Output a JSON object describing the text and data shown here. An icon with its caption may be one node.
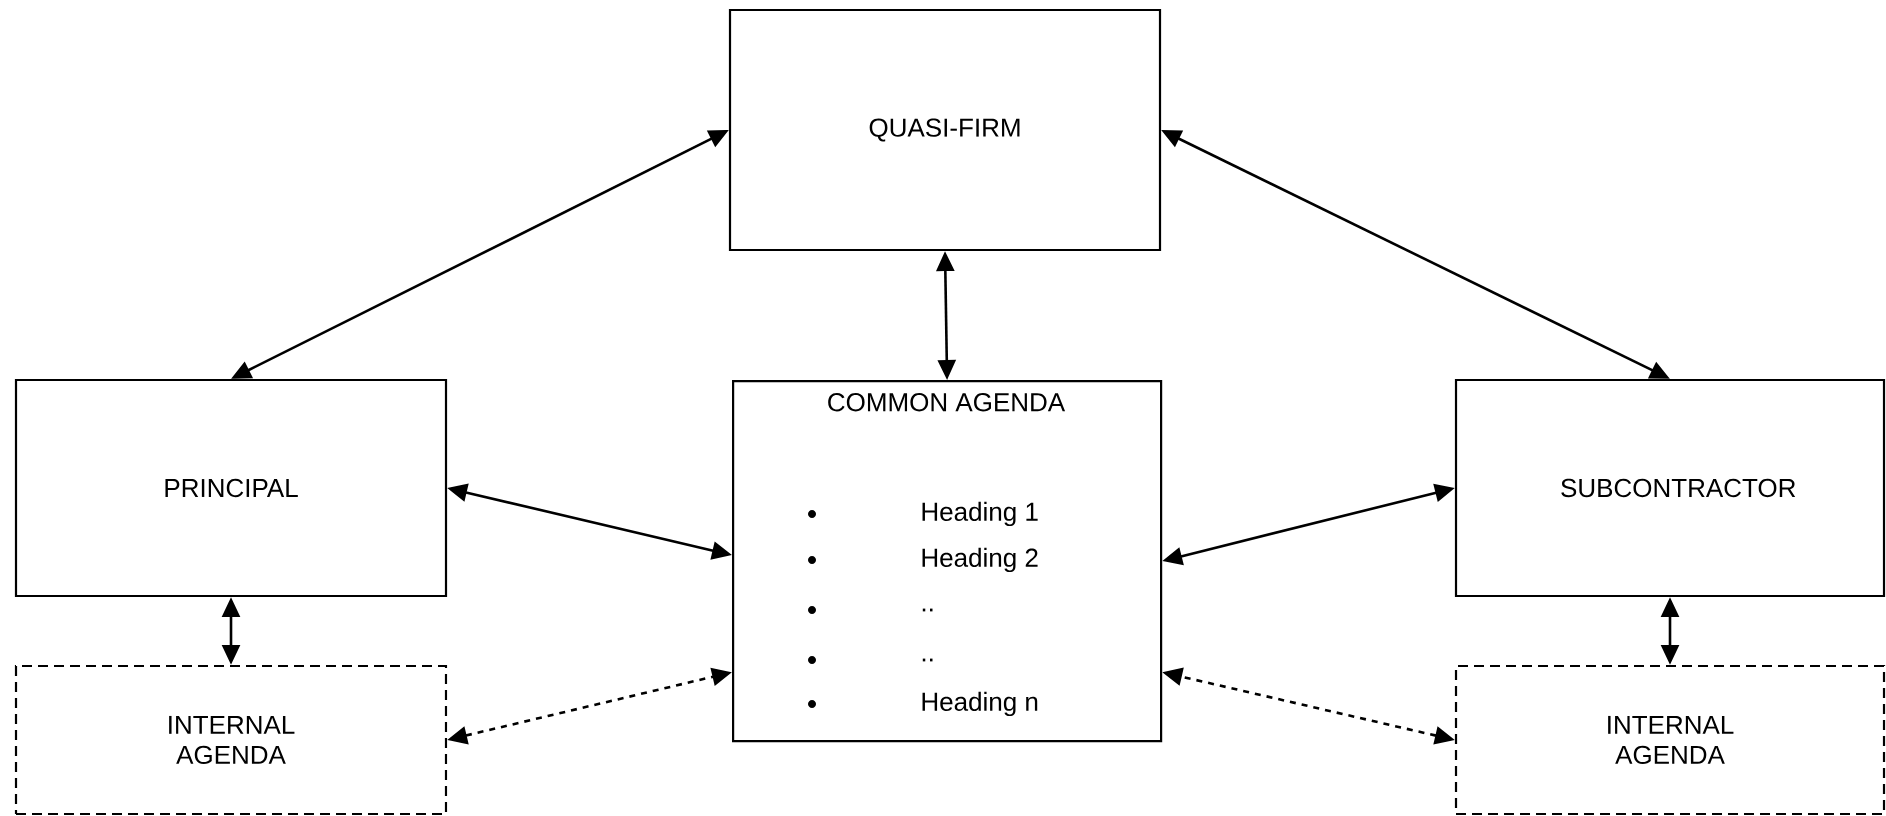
{
  "diagram": {
    "nodes": [
      {
        "text": [
          "QUASI-FIRM"
        ]
      },
      {
        "text": [
          "PRINCIPAL"
        ]
      },
      {
        "text": [
          "COMMON AGENDA",
          "Heading 1",
          "Heading 2",
          "..",
          "..",
          "Heading n"
        ]
      },
      {
        "text": [
          "SUBCONTRACTOR"
        ]
      },
      {
        "text": [
          "INTERNAL AGENDA"
        ]
      },
      {
        "text": [
          "INTERNAL AGENDA"
        ]
      }
    ],
    "edges": [
      {
        "from": 0,
        "to": 1,
        "arrow": "both"
      },
      {
        "from": 0,
        "to": 2,
        "arrow": "both"
      },
      {
        "from": 0,
        "to": 3,
        "arrow": "both"
      },
      {
        "from": 1,
        "to": 2,
        "arrow": "both"
      },
      {
        "from": 3,
        "to": 2,
        "arrow": "both"
      },
      {
        "from": 1,
        "to": 4,
        "arrow": "both"
      },
      {
        "from": 3,
        "to": 5,
        "arrow": "both"
      },
      {
        "from": 4,
        "to": 2,
        "arrow": "both",
        "style": "dashed"
      },
      {
        "from": 5,
        "to": 2,
        "arrow": "both",
        "style": "dashed"
      }
    ]
  }
}
